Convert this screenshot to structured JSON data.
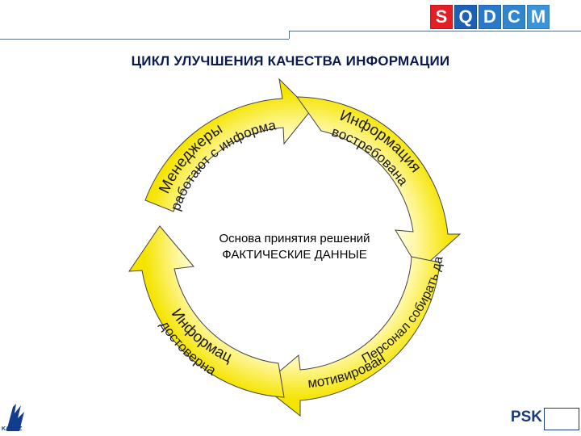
{
  "header": {
    "badges": [
      {
        "letter": "S",
        "color": "#e31e24"
      },
      {
        "letter": "Q",
        "color": "#1d61b6"
      },
      {
        "letter": "D",
        "color": "#2a78c9"
      },
      {
        "letter": "C",
        "color": "#2f86cf"
      },
      {
        "letter": "M",
        "color": "#3b93d8"
      }
    ]
  },
  "title": "ЦИКЛ УЛУЧШЕНИЯ КАЧЕСТВА ИНФОРМАЦИИ",
  "cycle": {
    "center_line1": "Основа принятия решений",
    "center_line2": "ФАКТИЧЕСКИЕ ДАННЫЕ",
    "labels": {
      "top_left_outer": "Менеджеры",
      "top_left_outer2": "работают с информацией",
      "top_right_outer": "Информация",
      "top_right_inner": "востребована",
      "right_outer": "Персонал собирать данные",
      "bottom_inner": "мотивирован",
      "left_outer": "Информация",
      "left_inner": "достоверна"
    },
    "colors": {
      "ring": "#f5e400",
      "ring_inner": "#fff7a0",
      "outline": "#444444"
    }
  },
  "footer": {
    "left_logo_text": "KAMAZ",
    "right_logo_text": "PSK"
  }
}
